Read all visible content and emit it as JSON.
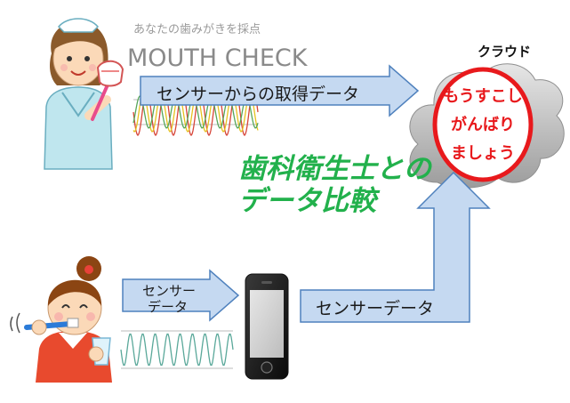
{
  "logo": {
    "subtitle": "あなたの歯みがきを採点",
    "title": "MOUTH CHECK"
  },
  "arrows": {
    "top_label": "センサーからの取得データ",
    "left_label_line1": "センサー",
    "left_label_line2": "データ",
    "bottom_label": "センサーデータ"
  },
  "cloud": {
    "label": "クラウド",
    "stamp_lines": [
      "もうすこし",
      "がんばり",
      "ましょう"
    ]
  },
  "comparison": {
    "line1": "歯科衛生士との",
    "line2": "データ比較"
  },
  "colors": {
    "arrow_fill": "#c5d9f1",
    "arrow_stroke": "#4f81bd",
    "compare_text": "#22b14c",
    "stamp_red": "#e8191c",
    "cloud_gray": "#c8c8c8"
  }
}
